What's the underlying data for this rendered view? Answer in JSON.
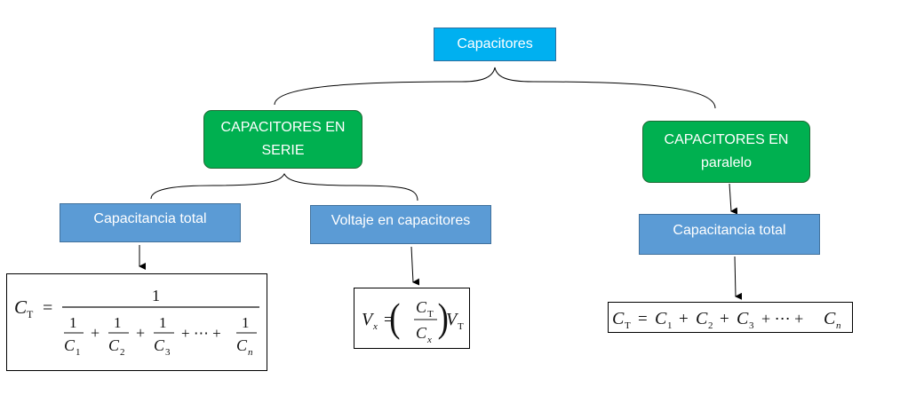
{
  "nodes": {
    "root": "Capacitores",
    "serie": "CAPACITORES EN SERIE",
    "paralelo": "CAPACITORES EN paralelo",
    "capacitancia_serie": "Capacitancia total",
    "voltaje": "Voltaje en capacitores",
    "capacitancia_paralelo": "Capacitancia total"
  },
  "formulas": {
    "serie": {
      "lhs_symbol": "C",
      "lhs_subscript": "T",
      "numerator": "1",
      "term_numerator": "1",
      "term_symbol": "C",
      "subscripts": [
        "1",
        "2",
        "3",
        "n"
      ],
      "ellipsis": "+ ⋯ +"
    },
    "voltaje": {
      "lhs_symbol": "V",
      "lhs_subscript": "x",
      "num_symbol": "C",
      "num_subscript": "T",
      "den_symbol": "C",
      "den_subscript": "x",
      "rhs_symbol": "V",
      "rhs_subscript": "T"
    },
    "paralelo": {
      "lhs_symbol": "C",
      "lhs_subscript": "T",
      "term_symbol": "C",
      "subscripts": [
        "1",
        "2",
        "3",
        "n"
      ],
      "ellipsis": "+ ⋯ +"
    }
  }
}
